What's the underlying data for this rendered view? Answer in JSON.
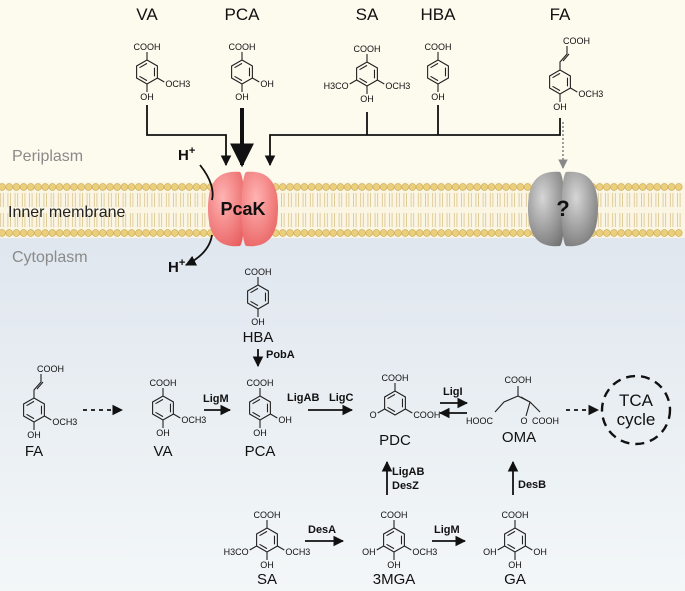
{
  "regions": {
    "periplasm": "Periplasm",
    "inner_membrane": "Inner membrane",
    "cytoplasm": "Cytoplasm"
  },
  "transporters": {
    "pcak": "PcaK",
    "unknown": "?"
  },
  "protons": {
    "top": "H+",
    "bottom": "H+"
  },
  "periplasm_compounds": {
    "va": "VA",
    "pca": "PCA",
    "sa": "SA",
    "hba": "HBA",
    "fa": "FA"
  },
  "cytoplasm_compounds": {
    "hba": "HBA",
    "fa": "FA",
    "va": "VA",
    "pca": "PCA",
    "pdc": "PDC",
    "oma": "OMA",
    "sa": "SA",
    "mga": "3MGA",
    "ga": "GA"
  },
  "enzymes": {
    "poba": "PobA",
    "ligm1": "LigM",
    "ligab1": "LigAB",
    "ligc": "LigC",
    "ligi": "LigI",
    "ligab2": "LigAB",
    "desz": "DesZ",
    "desb": "DesB",
    "desa": "DesA",
    "ligm2": "LigM"
  },
  "tca": {
    "line1": "TCA",
    "line2": "cycle"
  },
  "groups": {
    "cooh": "COOH",
    "oh": "OH",
    "och3": "OCH3",
    "h3co": "H3CO",
    "o": "O",
    "hooc": "HOOC"
  },
  "colors": {
    "periplasm_bg": "#fdfaee",
    "cytoplasm_top": "#dfe6ee",
    "cytoplasm_bottom": "#f2f6f8",
    "lipid_head": "#e8cc7c",
    "pcak": "#ef6f6f",
    "unknown_transporter": "#8d8d8d"
  }
}
